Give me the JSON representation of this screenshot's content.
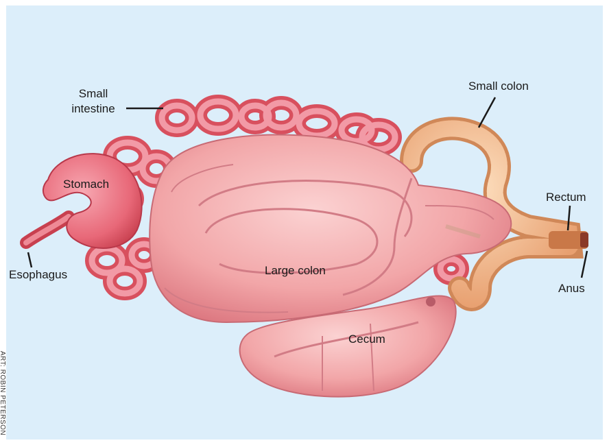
{
  "labels": {
    "small_intestine_line1": "Small",
    "small_intestine_line2": "intestine",
    "small_colon": "Small colon",
    "stomach": "Stomach",
    "rectum": "Rectum",
    "esophagus": "Esophagus",
    "large_colon": "Large colon",
    "anus": "Anus",
    "cecum": "Cecum"
  },
  "credit": "ART: ROBIN PETERSON",
  "colors": {
    "background": "#dceefa",
    "intestine_pink": "#f0a0a8",
    "intestine_dark": "#d8505e",
    "small_colon_tan": "#f0b888",
    "label_text": "#1a1a1a"
  }
}
